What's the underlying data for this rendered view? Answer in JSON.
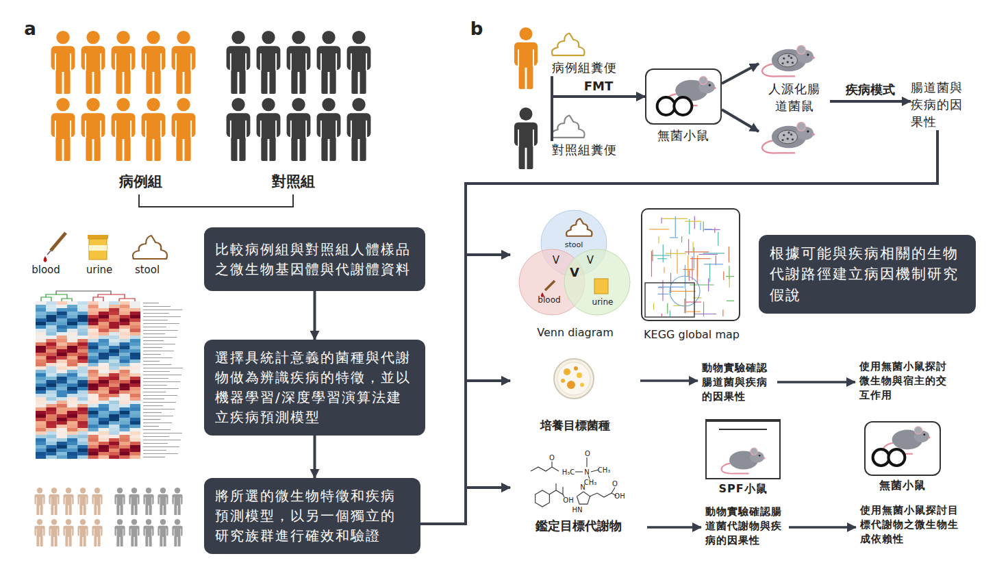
{
  "diagram": {
    "nodes": [
      {
        "text": [
          "比較病例組與對照組人體樣品之微生物基因體與代謝體資料"
        ]
      },
      {
        "text": [
          "選擇具統計意義的菌種與代謝物做為辨識疾病的特徵，並以機器學習/深度學習演算法建立疾病預測模型"
        ]
      },
      {
        "text": [
          "將所選的微生物特徵和疾病預測模型，以另一個獨立的研究族群進行確效和驗證"
        ]
      },
      {
        "text": [
          "病例組糞便"
        ]
      },
      {
        "text": [
          "對照組糞便"
        ]
      },
      {
        "text": [
          "無菌小鼠"
        ]
      },
      {
        "text": [
          "人源化腸道菌鼠"
        ]
      },
      {
        "text": [
          "腸道菌與疾病的因果性"
        ]
      },
      {
        "text": [
          "Venn diagram"
        ]
      },
      {
        "text": [
          "KEGG global map"
        ]
      },
      {
        "text": [
          "根據可能與疾病相關的生物代謝路徑建立病因機制研究假說"
        ]
      },
      {
        "text": [
          "培養目標菌種"
        ]
      },
      {
        "text": [
          "動物實驗確認腸道菌與疾病的因果性"
        ]
      },
      {
        "text": [
          "使用無菌小鼠探討微生物與宿主的交互作用"
        ]
      },
      {
        "text": [
          "鑑定目標代謝物"
        ]
      },
      {
        "text": [
          "SPF小鼠"
        ]
      },
      {
        "text": [
          "動物實驗確認腸道菌代謝物與疾病的因果性"
        ]
      },
      {
        "text": [
          "無菌小鼠"
        ]
      },
      {
        "text": [
          "使用無菌小鼠探討目標代謝物之微生物生成依賴性"
        ]
      }
    ],
    "edges": [
      {
        "from": 0,
        "to": 1,
        "arrow": "to"
      },
      {
        "from": 1,
        "to": 2,
        "arrow": "to"
      },
      {
        "from": 3,
        "to": 5,
        "label": "FMT",
        "arrow": "to"
      },
      {
        "from": 4,
        "to": 5,
        "arrow": "to"
      },
      {
        "from": 5,
        "to": 6,
        "arrow": "to"
      },
      {
        "from": 5,
        "to": 6,
        "arrow": "to"
      },
      {
        "from": 6,
        "to": 7,
        "label": "疾病模式",
        "arrow": "to"
      },
      {
        "from": 7,
        "to": 8,
        "arrow": "to"
      },
      {
        "from": 7,
        "to": 11,
        "arrow": "to"
      },
      {
        "from": 7,
        "to": 14,
        "arrow": "to"
      },
      {
        "from": 2,
        "to": 8,
        "arrow": "to"
      },
      {
        "from": 2,
        "to": 11,
        "arrow": "to"
      },
      {
        "from": 2,
        "to": 14,
        "arrow": "to"
      },
      {
        "from": 11,
        "to": 12,
        "arrow": "to"
      },
      {
        "from": 12,
        "to": 13,
        "arrow": "to"
      },
      {
        "from": 14,
        "to": 16,
        "arrow": "to"
      },
      {
        "from": 16,
        "to": 18,
        "arrow": "to"
      }
    ],
    "labels": [
      "a",
      "b",
      "病例組",
      "對照組",
      "blood",
      "urine",
      "stool",
      "stool",
      "blood",
      "urine",
      "V",
      "V",
      "V",
      "O",
      "O",
      "H₃C",
      "N",
      "CH₃",
      "CH₃",
      "OH",
      "N",
      "HN",
      "O",
      "OH"
    ]
  }
}
